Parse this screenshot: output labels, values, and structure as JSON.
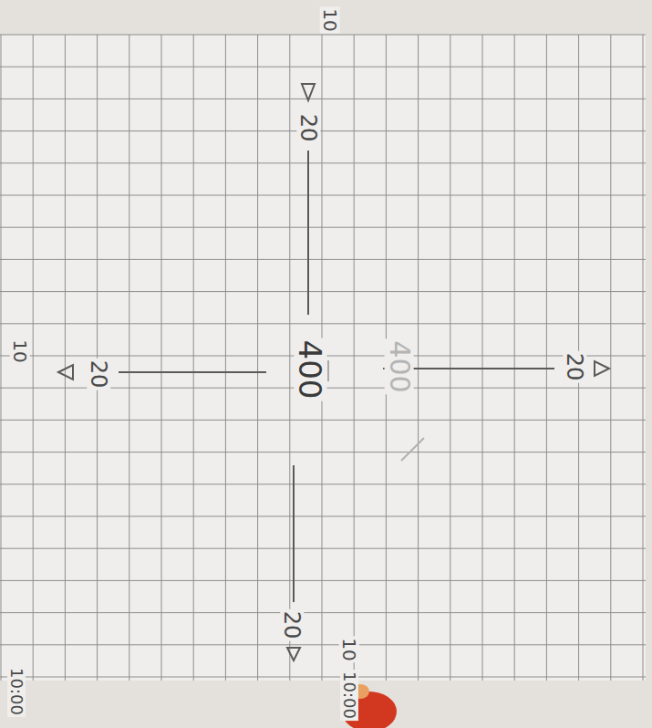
{
  "diagram": {
    "labels": [
      "10",
      "20",
      "10",
      "20",
      "400",
      "400",
      "20",
      "20",
      "10",
      "10:00",
      "10:00"
    ]
  }
}
